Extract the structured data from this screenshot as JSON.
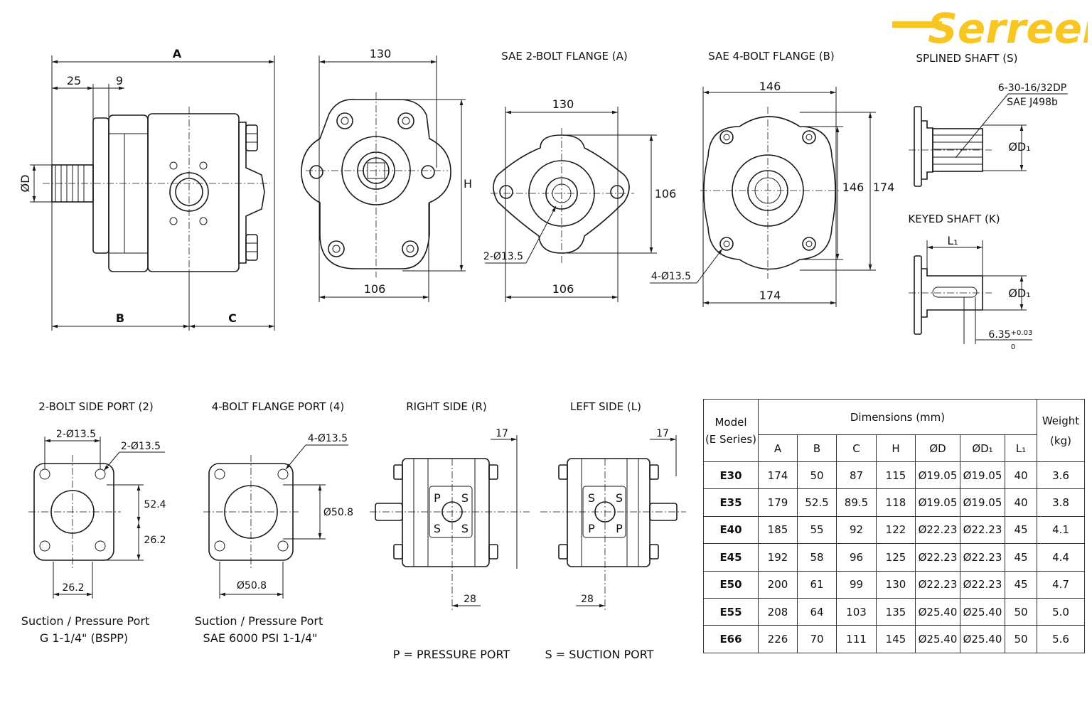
{
  "brand": {
    "name": "Serreen",
    "accent_color": "#F7C623"
  },
  "titles": {
    "splined_shaft": "SPLINED SHAFT (S)",
    "keyed_shaft": "KEYED SHAFT (K)",
    "sae_2bolt": "SAE 2-BOLT FLANGE (A)",
    "sae_4bolt": "SAE 4-BOLT FLANGE (B)",
    "side_port_2bolt": "2-BOLT SIDE PORT (2)",
    "flange_port_4bolt": "4-BOLT FLANGE PORT (4)",
    "right_side": "RIGHT SIDE (R)",
    "left_side": "LEFT SIDE (L)"
  },
  "side_view": {
    "A": "A",
    "dim_25": "25",
    "dim_9": "9",
    "D": "ØD",
    "B": "B",
    "C": "C"
  },
  "front_view": {
    "width_top": "130",
    "H": "H",
    "width_bottom": "106"
  },
  "flange_2bolt": {
    "width_top": "130",
    "height": "106",
    "holes": "2-Ø13.5",
    "width_bottom": "106"
  },
  "flange_4bolt": {
    "width_top": "146",
    "height_inner": "146",
    "height_outer": "174",
    "holes": "4-Ø13.5",
    "width_bottom": "174"
  },
  "splined_shaft": {
    "spec_line1": "6-30-16/32DP",
    "spec_line2": "SAE J498b",
    "d1": "ØD₁"
  },
  "keyed_shaft": {
    "L1": "L₁",
    "d1": "ØD₁",
    "key_width": "6.35",
    "tol_upper": "+0.03",
    "tol_lower": "0"
  },
  "side_port": {
    "holes_top": "2-Ø13.5",
    "holes_right": "2-Ø13.5",
    "dim_52_4": "52.4",
    "dim_26_2_v": "26.2",
    "dim_26_2_h": "26.2",
    "caption_1": "Suction / Pressure Port",
    "caption_2": "G 1-1/4\" (BSPP)"
  },
  "flange_port": {
    "holes": "4-Ø13.5",
    "dia_v": "Ø50.8",
    "dia_h": "Ø50.8",
    "caption_1": "Suction / Pressure Port",
    "caption_2": "SAE 6000 PSI 1-1/4\""
  },
  "right_side": {
    "dim_17": "17",
    "dim_28": "28",
    "ports": [
      "P",
      "S",
      "S",
      "S"
    ]
  },
  "left_side": {
    "dim_17": "17",
    "dim_28": "28",
    "ports": [
      "S",
      "S",
      "P",
      "P"
    ]
  },
  "legend": {
    "pressure": "P = PRESSURE PORT",
    "suction": "S = SUCTION PORT"
  },
  "table": {
    "model_header_1": "Model",
    "model_header_2": "(E Series)",
    "dimensions_header": "Dimensions (mm)",
    "weight_header_1": "Weight",
    "weight_header_2": "(kg)",
    "columns": [
      "A",
      "B",
      "C",
      "H",
      "ØD",
      "ØD₁",
      "L₁"
    ],
    "rows": [
      {
        "model": "E30",
        "A": "174",
        "B": "50",
        "C": "87",
        "H": "115",
        "D": "Ø19.05",
        "D1": "Ø19.05",
        "L1": "40",
        "weight": "3.6"
      },
      {
        "model": "E35",
        "A": "179",
        "B": "52.5",
        "C": "89.5",
        "H": "118",
        "D": "Ø19.05",
        "D1": "Ø19.05",
        "L1": "40",
        "weight": "3.8"
      },
      {
        "model": "E40",
        "A": "185",
        "B": "55",
        "C": "92",
        "H": "122",
        "D": "Ø22.23",
        "D1": "Ø22.23",
        "L1": "45",
        "weight": "4.1"
      },
      {
        "model": "E45",
        "A": "192",
        "B": "58",
        "C": "96",
        "H": "125",
        "D": "Ø22.23",
        "D1": "Ø22.23",
        "L1": "45",
        "weight": "4.4"
      },
      {
        "model": "E50",
        "A": "200",
        "B": "61",
        "C": "99",
        "H": "130",
        "D": "Ø22.23",
        "D1": "Ø22.23",
        "L1": "45",
        "weight": "4.7"
      },
      {
        "model": "E55",
        "A": "208",
        "B": "64",
        "C": "103",
        "H": "135",
        "D": "Ø25.40",
        "D1": "Ø25.40",
        "L1": "50",
        "weight": "5.0"
      },
      {
        "model": "E66",
        "A": "226",
        "B": "70",
        "C": "111",
        "H": "145",
        "D": "Ø25.40",
        "D1": "Ø25.40",
        "L1": "50",
        "weight": "5.6"
      }
    ]
  }
}
